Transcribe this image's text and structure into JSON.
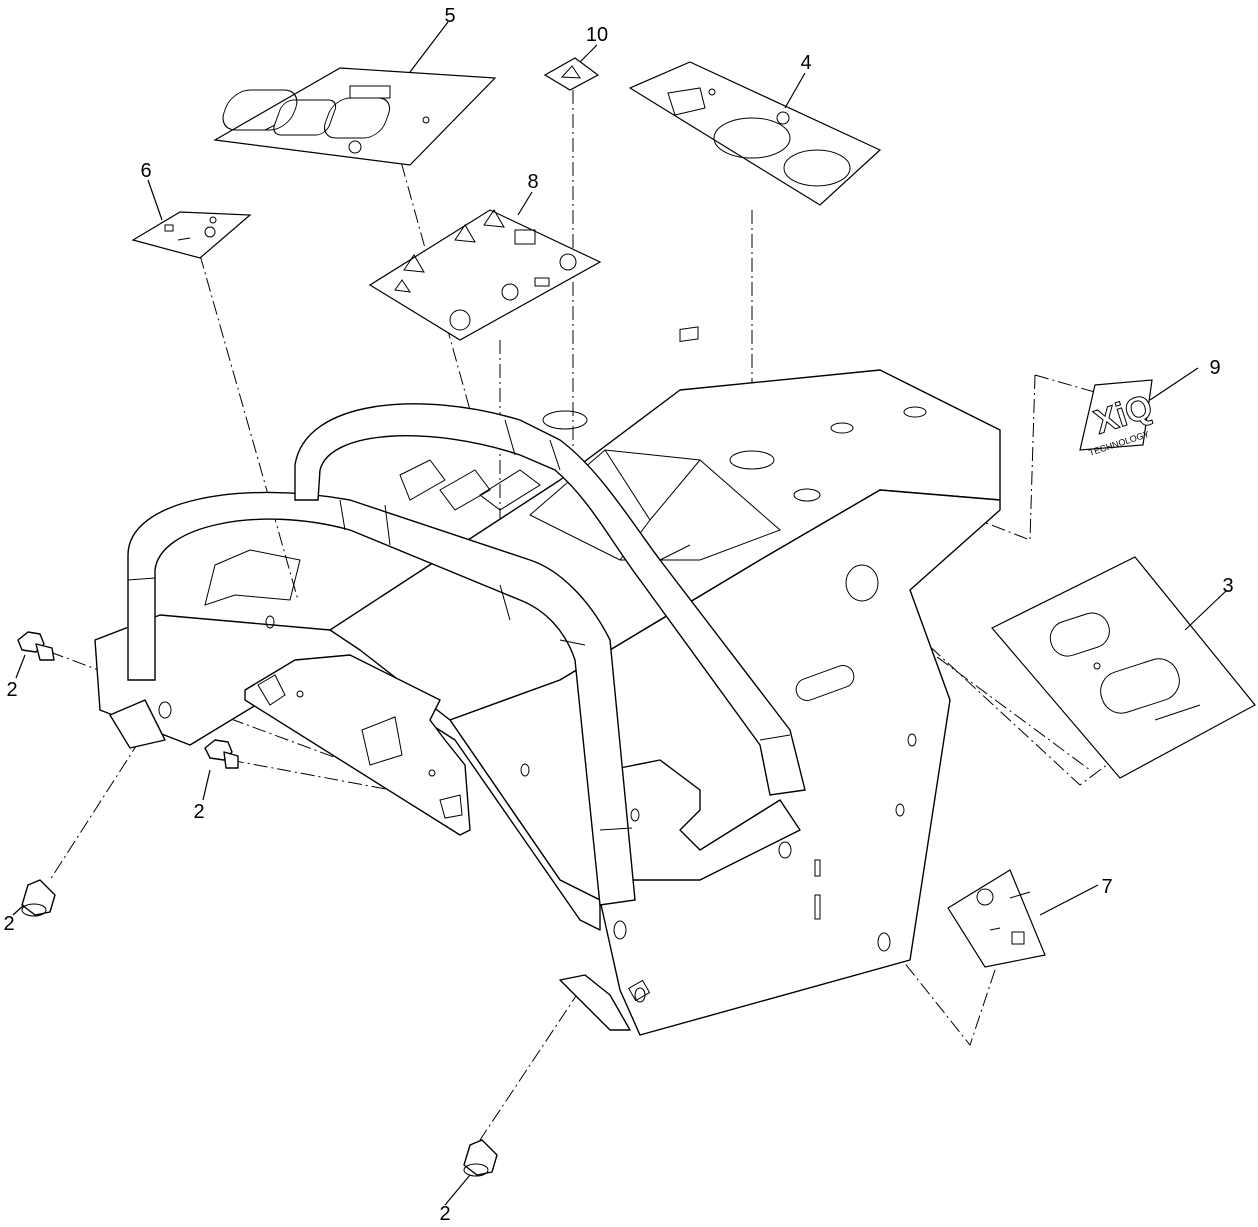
{
  "callouts": [
    {
      "label": "5"
    },
    {
      "label": "10"
    },
    {
      "label": "4"
    },
    {
      "label": "6"
    },
    {
      "label": "8"
    },
    {
      "label": "9"
    },
    {
      "label": "3"
    },
    {
      "label": "2"
    },
    {
      "label": "2"
    },
    {
      "label": "2"
    },
    {
      "label": "2"
    },
    {
      "label": "7"
    }
  ],
  "logo": {
    "brand": "XiQ",
    "tagline": "TECHNOLOGY"
  }
}
